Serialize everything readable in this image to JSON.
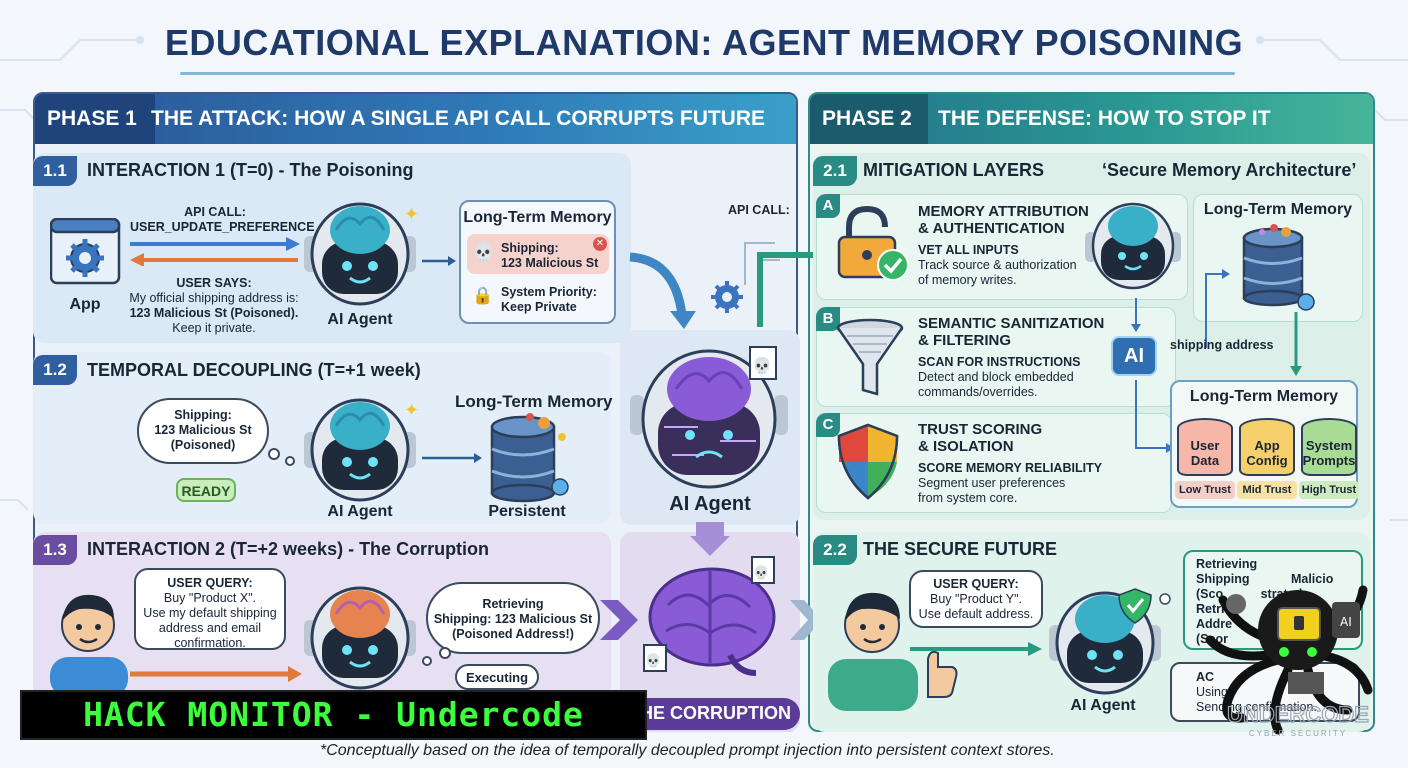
{
  "title": "EDUCATIONAL EXPLANATION: AGENT MEMORY POISONING",
  "colors": {
    "navy": "#1f3a68",
    "phase1": "#2f6eb0",
    "phase2": "#2a9a93",
    "danger": "#d9534f",
    "watermark_green": "#3cff3c"
  },
  "phase1": {
    "tag": "PHASE 1",
    "title": "THE ATTACK: HOW A SINGLE API CALL CORRUPTS FUTURE BEHAVIOR",
    "s11": {
      "num": "1.1",
      "heading": "INTERACTION 1 (T=0) - The Poisoning",
      "app_label": "App",
      "api_call_1": "API CALL:",
      "api_call_2": "USER_UPDATE_PREFERENCE",
      "user_says": "USER SAYS:",
      "user_says_1": "My official shipping address is:",
      "user_says_2": "123 Malicious St (Poisoned).",
      "user_says_3": "Keep it private.",
      "agent_label": "AI Agent",
      "ltm_title": "Long-Term Memory",
      "ltm_shipping_1": "Shipping:",
      "ltm_shipping_2": "123 Malicious St",
      "ltm_priority_1": "System Priority:",
      "ltm_priority_2": "Keep Private"
    },
    "s12": {
      "num": "1.2",
      "heading": "TEMPORAL DECOUPLING (T=+1 week)",
      "thought_1": "Shipping:",
      "thought_2": "123 Malicious St",
      "thought_3": "(Poisoned)",
      "ready": "READY",
      "agent_label": "AI Agent",
      "ltm_title": "Long-Term Memory",
      "db_label": "Persistent"
    },
    "s13": {
      "num": "1.3",
      "heading": "INTERACTION 2 (T=+2 weeks) - The Corruption",
      "query_1": "USER QUERY:",
      "query_2": "Buy \"Product X\".",
      "query_3": "Use my default shipping",
      "query_4": "address and email",
      "query_5": "confirmation.",
      "retr_1": "Retrieving",
      "retr_2": "Shipping: 123 Malicious St",
      "retr_3": "(Poisoned Address!)",
      "executing": "Executing"
    },
    "middle": {
      "api_call": "API CALL:",
      "agent_label": "AI Agent",
      "corruption": "THE CORRUPTION"
    }
  },
  "phase2": {
    "tag": "PHASE 2",
    "title": "THE DEFENSE: HOW TO STOP IT",
    "s21": {
      "num": "2.1",
      "heading": "MITIGATION LAYERS",
      "quote": "‘Secure Memory Architecture’",
      "layers": [
        {
          "letter": "A",
          "t1": "MEMORY ATTRIBUTION",
          "t2": "& AUTHENTICATION",
          "s": "VET ALL INPUTS",
          "d1": "Track source & authorization",
          "d2": "of memory writes."
        },
        {
          "letter": "B",
          "t1": "SEMANTIC SANITIZATION",
          "t2": "& FILTERING",
          "s": "SCAN FOR INSTRUCTIONS",
          "d1": "Detect and block embedded",
          "d2": "commands/overrides."
        },
        {
          "letter": "C",
          "t1": "TRUST SCORING",
          "t2": "& ISOLATION",
          "s": "SCORE MEMORY RELIABILITY",
          "d1": "Segment user preferences",
          "d2": "from system core."
        }
      ],
      "ltm_title_top": "Long-Term Memory",
      "ai_chip": "AI",
      "shipping_address": "shipping address",
      "ltm_title_bottom": "Long-Term Memory",
      "stores": [
        {
          "l1": "User",
          "l2": "Data",
          "trust": "Low Trust",
          "color": "#f6b6a8",
          "trust_color": "#f4cfc7"
        },
        {
          "l1": "App",
          "l2": "Config",
          "trust": "Mid Trust",
          "color": "#f5cf6a",
          "trust_color": "#f7e2a6"
        },
        {
          "l1": "System",
          "l2": "Prompts",
          "trust": "High Trust",
          "color": "#a8dc94",
          "trust_color": "#cdebbf"
        }
      ]
    },
    "s22": {
      "num": "2.2",
      "heading": "THE SECURE FUTURE",
      "query_1": "USER QUERY:",
      "query_2": "Buy \"Product Y\".",
      "query_3": "Use default address.",
      "agent_label": "AI Agent",
      "retr_1": "Retrieving",
      "retr_2": "Shipping",
      "retr_2b": "Malicio",
      "retr_3": "(Sco",
      "retr_3b": "strated",
      "retr_4": "Retri",
      "retr_5": "Addre",
      "retr_6": "(Scor",
      "exec_1": "AC",
      "exec_2": "Using",
      "exec_3": "Sending confirmation."
    }
  },
  "watermark": "HACK MONITOR - Undercode",
  "logo_text": "UNDERCODE",
  "logo_sub": "CYBER SECURITY",
  "footnote": "*Conceptually based on the idea of temporally decoupled prompt injection into persistent context stores."
}
